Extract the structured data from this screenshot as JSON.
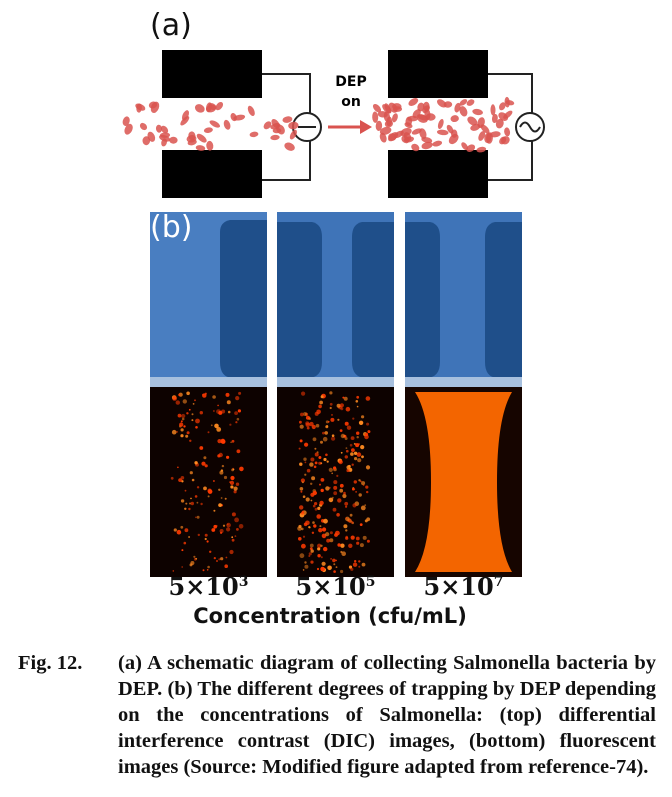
{
  "panel_a_label": "(a)",
  "panel_b_label": "(b)",
  "schematic": {
    "arrow_label_line1": "DEP",
    "arrow_label_line2": "on"
  },
  "concentrations": [
    {
      "base": "5×10",
      "exp": "3"
    },
    {
      "base": "5×10",
      "exp": "5"
    },
    {
      "base": "5×10",
      "exp": "7"
    }
  ],
  "x_axis_label": "Concentration (cfu/mL)",
  "caption": {
    "label": "Fig. 12.",
    "text": "(a) A schematic diagram of collecting Salmonella bacteria by DEP. (b) The different degrees of trapping by DEP depending on the concentrations of Salmonella: (top) differential interference contrast (DIC) images, (bottom) fluorescent images (Source: Modified figure adapted from reference-74)."
  },
  "colors": {
    "bacteria": "#d9534f",
    "electrode": "#000000",
    "dic_blue": "#4a7fc0",
    "fluo_orange": "#ff6a00"
  }
}
